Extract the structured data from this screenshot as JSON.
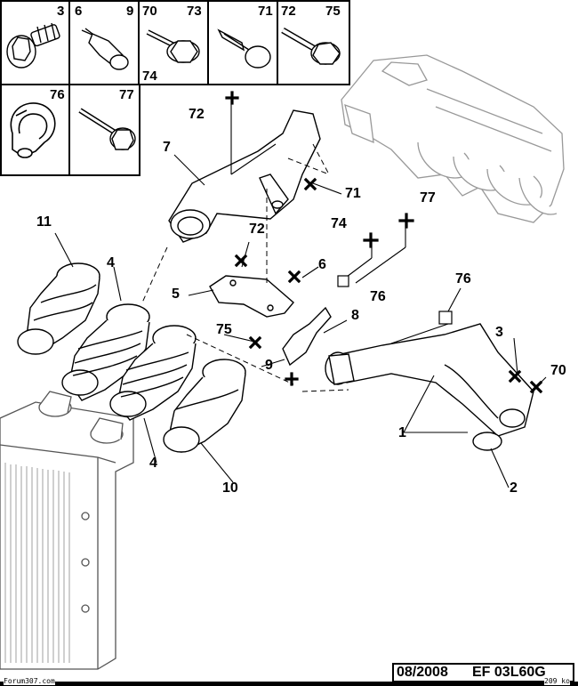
{
  "legend_cells": [
    {
      "id": "cell-3",
      "labels": [
        "3"
      ]
    },
    {
      "id": "cell-6-9",
      "labels": [
        "6",
        "9"
      ]
    },
    {
      "id": "cell-70-73-74",
      "labels": [
        "70",
        "73",
        "74"
      ]
    },
    {
      "id": "cell-71",
      "labels": [
        "71"
      ]
    },
    {
      "id": "cell-72-75",
      "labels": [
        "72",
        "75"
      ]
    },
    {
      "id": "cell-76",
      "labels": [
        "76"
      ]
    },
    {
      "id": "cell-77",
      "labels": [
        "77"
      ]
    }
  ],
  "callouts": {
    "c1": "1",
    "c2": "2",
    "c3": "3",
    "c4a": "4",
    "c4b": "4",
    "c5": "5",
    "c6": "6",
    "c7": "7",
    "c8": "8",
    "c9": "9",
    "c10": "10",
    "c11": "11",
    "c70": "70",
    "c71": "71",
    "c72a": "72",
    "c72b": "72",
    "c74": "74",
    "c75": "75",
    "c76a": "76",
    "c76b": "76",
    "c77": "77"
  },
  "footer": {
    "date": "08/2008",
    "reference": "EF 03L60G",
    "watermark": "Forum307.com",
    "file_size": "209 ko"
  }
}
